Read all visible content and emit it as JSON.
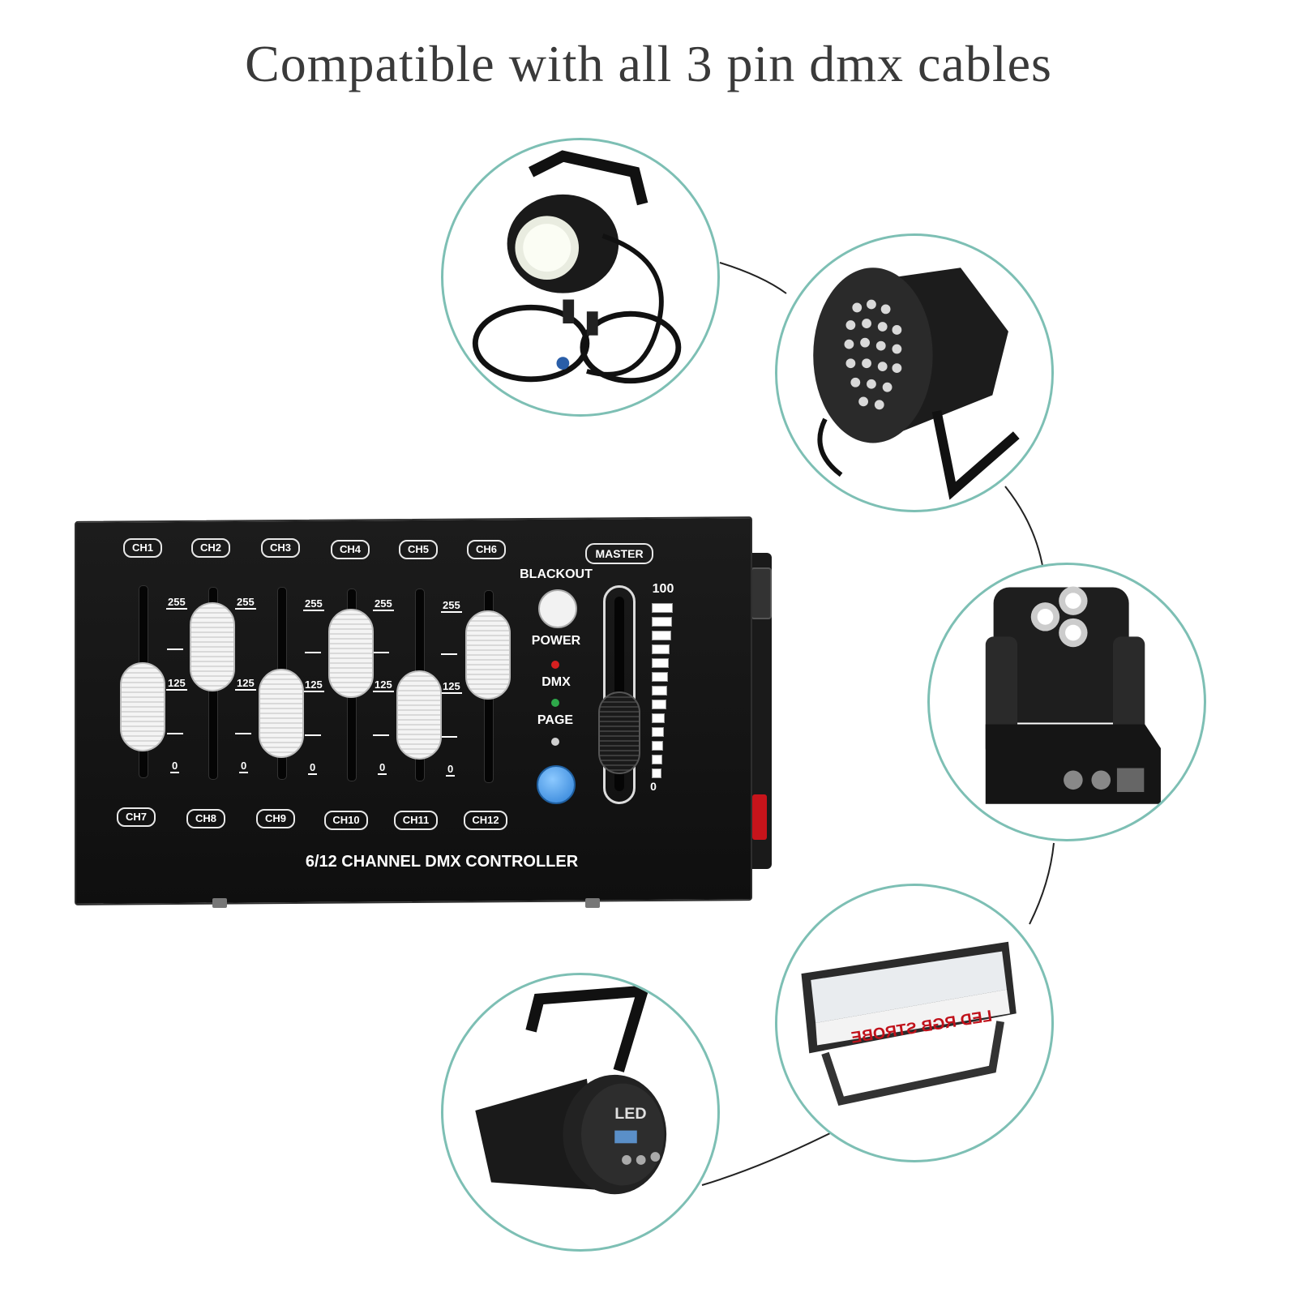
{
  "headline": "Compatible with all 3 pin dmx cables",
  "controller": {
    "title": "6/12 CHANNEL  DMX CONTROLLER",
    "top_channels": [
      "CH1",
      "CH2",
      "CH3",
      "CH4",
      "CH5",
      "CH6"
    ],
    "bottom_channels": [
      "CH7",
      "CH8",
      "CH9",
      "CH10",
      "CH11",
      "CH12"
    ],
    "scale_labels": {
      "max": "255",
      "mid": "125",
      "min": "0"
    },
    "master_label": "MASTER",
    "master_max": "100",
    "master_min": "0",
    "blackout_label": "BLACKOUT",
    "power_label": "POWER",
    "dmx_label": "DMX",
    "page_label": "PAGE",
    "fader_positions": [
      0.25,
      0.85,
      0.2,
      0.8,
      0.2,
      0.8
    ],
    "master_level": 0.15
  },
  "fixtures": [
    {
      "name": "par-can-with-cables-icon"
    },
    {
      "name": "led-par-light-icon"
    },
    {
      "name": "moving-head-light-icon"
    },
    {
      "name": "strobe-light-icon",
      "label": "LED RGB STROBE"
    },
    {
      "name": "ellipsoidal-spotlight-icon",
      "label": "LED"
    }
  ],
  "colors": {
    "circle_border": "#7dbfb4",
    "panel": "#111111",
    "led_power": "#d62020",
    "led_dmx": "#2ea84a",
    "led_page": "#cfcfcf",
    "page_button": "#2c7fd6",
    "strobe_red": "#c0111a"
  }
}
